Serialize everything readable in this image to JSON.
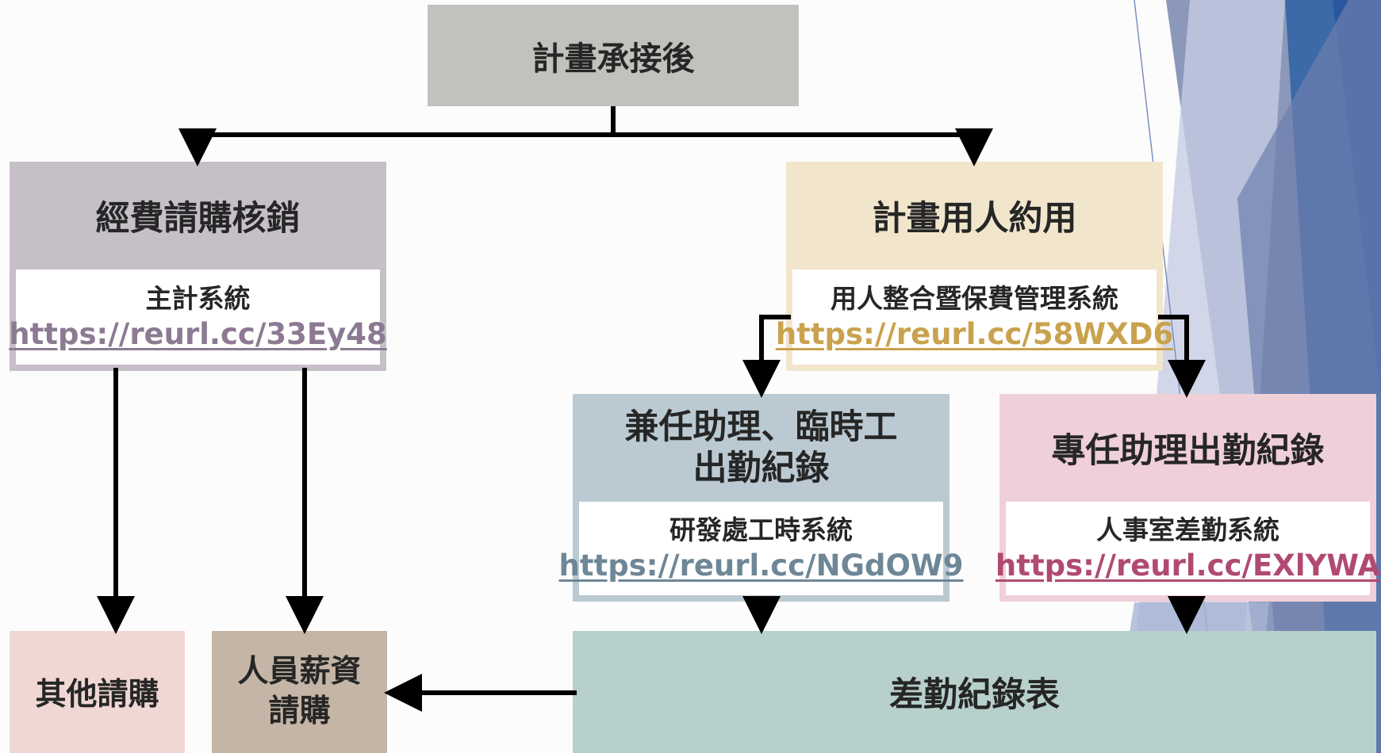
{
  "top": {
    "title": "計畫承接後"
  },
  "funding": {
    "title": "經費請購核銷",
    "system": "主計系統",
    "url": "https://reurl.cc/33Ey48",
    "url_color": "#8c7a92"
  },
  "staffing": {
    "title": "計畫用人約用",
    "system": "用人整合暨保費管理系統",
    "url": "https://reurl.cc/58WXD6",
    "url_color": "#c9a24e"
  },
  "parttime": {
    "title_line1": "兼任助理、臨時工",
    "title_line2": "出勤紀錄",
    "system": "研發處工時系統",
    "url": "https://reurl.cc/NGdOW9",
    "url_color": "#6e8797"
  },
  "fulltime": {
    "title": "專任助理出勤紀錄",
    "system": "人事室差勤系統",
    "url": "https://reurl.cc/EXlYWA",
    "url_color": "#b04a72"
  },
  "other_purchase": {
    "title": "其他請購"
  },
  "salary": {
    "title_line1": "人員薪資",
    "title_line2": "請購"
  },
  "attendance": {
    "title": "差勤紀錄表"
  },
  "colors": {
    "top": "#c2c1bd",
    "funding": "#c6bfc8",
    "staffing": "#f1e5cc",
    "parttime": "#bbcad2",
    "fulltime": "#efd0d8",
    "other_purchase": "#f0d7d3",
    "salary": "#c5b5a6",
    "attendance": "#b7d0cb"
  }
}
